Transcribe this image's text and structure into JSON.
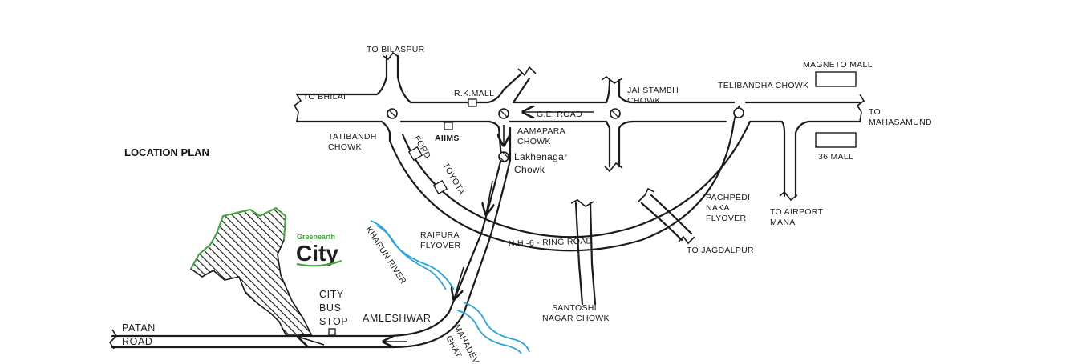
{
  "title": "LOCATION PLAN",
  "project_logo": {
    "brand": "Greenearth",
    "name": "City",
    "colors": {
      "brand": "#3ea83a",
      "name": "#1f1f1f"
    }
  },
  "places": {
    "to_bilaspur": "TO BILASPUR",
    "to_bhilai": "TO BHILAI",
    "rk_mall": "R.K.MALL",
    "ge_road": "G.E. ROAD",
    "jai_stambh_1": "JAI STAMBH",
    "jai_stambh_2": "CHOWK",
    "telibandha": "TELIBANDHA CHOWK",
    "magneto": "MAGNETO MALL",
    "to_mahasamund_1": "TO",
    "to_mahasamund_2": "MAHASAMUND",
    "mall36": "36 MALL",
    "tatibandh_1": "TATIBANDH",
    "tatibandh_2": "CHOWK",
    "aiims": "AIIMS",
    "aamapara_1": "AAMAPARA",
    "aamapara_2": "CHOWK",
    "lakhenagar_1": "Lakhenagar",
    "lakhenagar_2": "Chowk",
    "ford": "FORD",
    "toyota": "TOYOTA",
    "pachpedi_1": "PACHPEDI",
    "pachpedi_2": "NAKA",
    "pachpedi_3": "FLYOVER",
    "to_airport_1": "TO AIRPORT",
    "to_airport_2": "MANA",
    "to_jagdalpur": "TO JAGDALPUR",
    "ring_road": "N.H.-6 - RING ROAD",
    "raipura_1": "RAIPURA",
    "raipura_2": "FLYOVER",
    "kharun_river": "KHARUN RIVER",
    "santoshi_1": "SANTOSHI",
    "santoshi_2": "NAGAR CHOWK",
    "city_bus_1": "CITY",
    "city_bus_2": "BUS",
    "city_bus_3": "STOP",
    "amleshwar": "AMLESHWAR",
    "mahadev_ghat_1": "MAHADEV",
    "mahadev_ghat_2": "GHAT",
    "patan_1": "PATAN",
    "patan_2": "ROAD"
  },
  "colors": {
    "road": "#1a1a1a",
    "river": "#2aa4e0",
    "site_edge": "#3ea83a",
    "background": "#ffffff"
  }
}
